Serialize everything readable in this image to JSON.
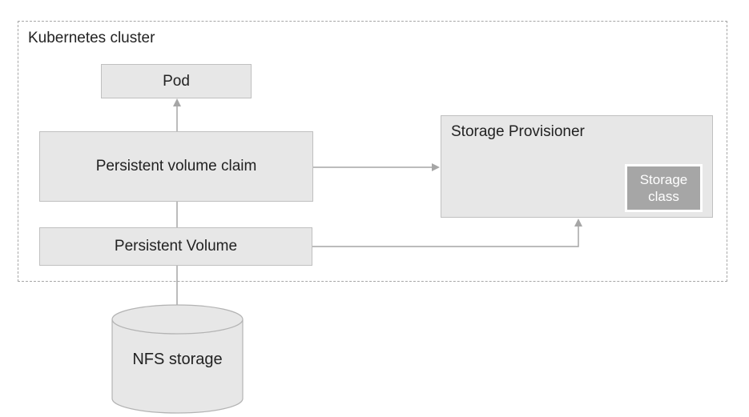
{
  "diagram": {
    "cluster_label": "Kubernetes cluster",
    "nodes": {
      "pod": {
        "label": "Pod"
      },
      "persistent_volume_claim": {
        "label": "Persistent volume claim"
      },
      "persistent_volume": {
        "label": "Persistent Volume"
      },
      "storage_provisioner": {
        "label": "Storage Provisioner"
      },
      "storage_class": {
        "label": "Storage class"
      },
      "nfs_storage": {
        "label": "NFS storage"
      }
    },
    "connections": [
      {
        "from": "persistent_volume_claim",
        "to": "pod",
        "arrow": true
      },
      {
        "from": "persistent_volume_claim",
        "to": "persistent_volume",
        "arrow": false
      },
      {
        "from": "persistent_volume",
        "to": "nfs_storage",
        "arrow": false
      },
      {
        "from": "persistent_volume_claim",
        "to": "storage_provisioner",
        "arrow": true
      },
      {
        "from": "persistent_volume",
        "to": "storage_provisioner",
        "arrow": true
      }
    ],
    "colors": {
      "background": "#ffffff",
      "node_fill": "#e7e7e7",
      "node_border": "#c0c0c0",
      "cluster_border": "#a6a6a6",
      "connector": "#a6a6a6",
      "storage_class_fill": "#a6a6a6",
      "storage_class_border": "#ffffff",
      "storage_class_text": "#ffffff",
      "text": "#222222"
    }
  }
}
